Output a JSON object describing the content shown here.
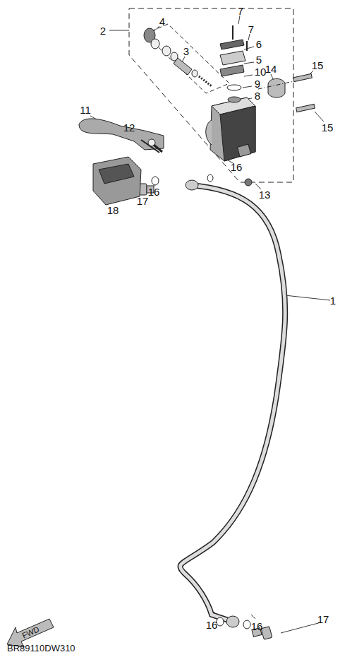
{
  "diagram": {
    "labels": [
      "2",
      "4",
      "3",
      "7",
      "7",
      "6",
      "5",
      "10",
      "9",
      "8",
      "14",
      "15",
      "15",
      "11",
      "12",
      "13",
      "16",
      "17",
      "16",
      "18",
      "1",
      "16",
      "16",
      "17",
      "FWD",
      "BR89110DW310"
    ]
  }
}
